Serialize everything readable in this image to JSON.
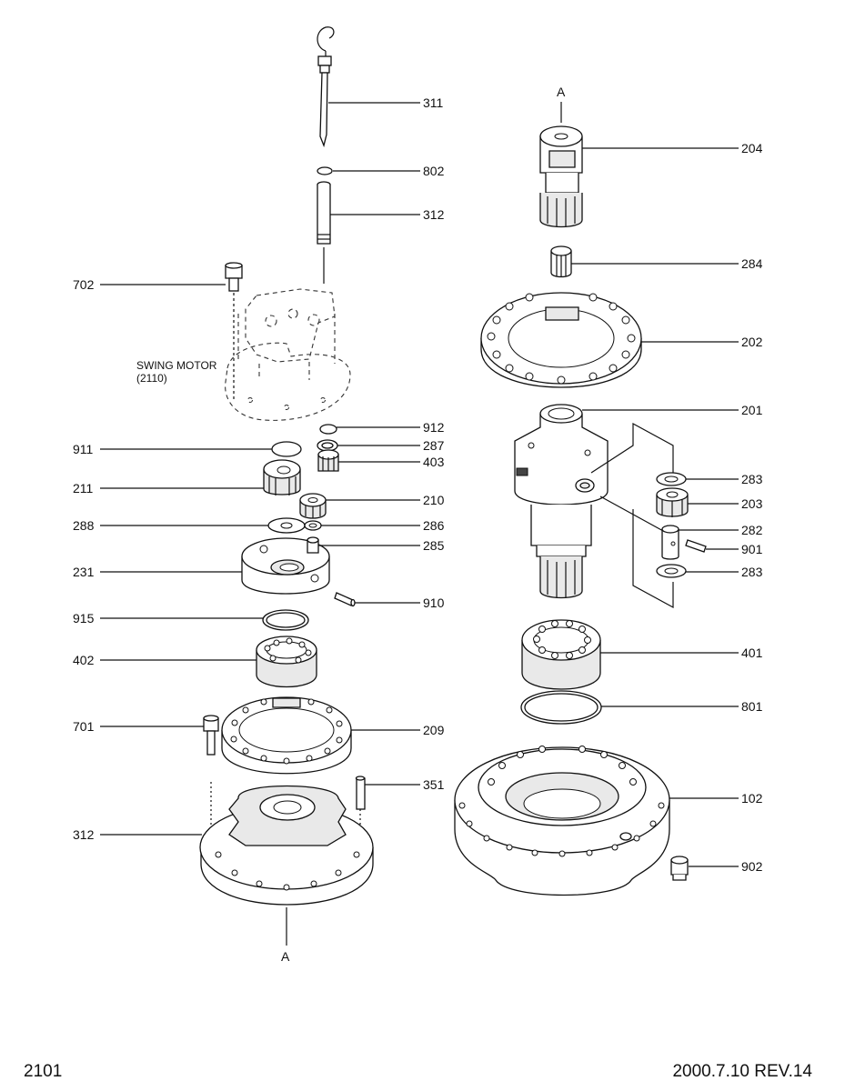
{
  "diagram": {
    "callouts_left": [
      "311",
      "802",
      "312",
      "702",
      "912",
      "911",
      "287",
      "403",
      "211",
      "210",
      "288",
      "286",
      "285",
      "231",
      "910",
      "915",
      "402",
      "701",
      "209",
      "351",
      "312"
    ],
    "callouts_right": [
      "204",
      "284",
      "202",
      "201",
      "283",
      "203",
      "282",
      "901",
      "283",
      "401",
      "801",
      "102",
      "902"
    ],
    "swing_motor_label": [
      "SWING MOTOR",
      "(2110)"
    ],
    "view_marker_top": "A",
    "view_marker_bottom": "A"
  },
  "footer": {
    "sheet_number": "2101",
    "revision": "2000.7.10 REV.14"
  }
}
